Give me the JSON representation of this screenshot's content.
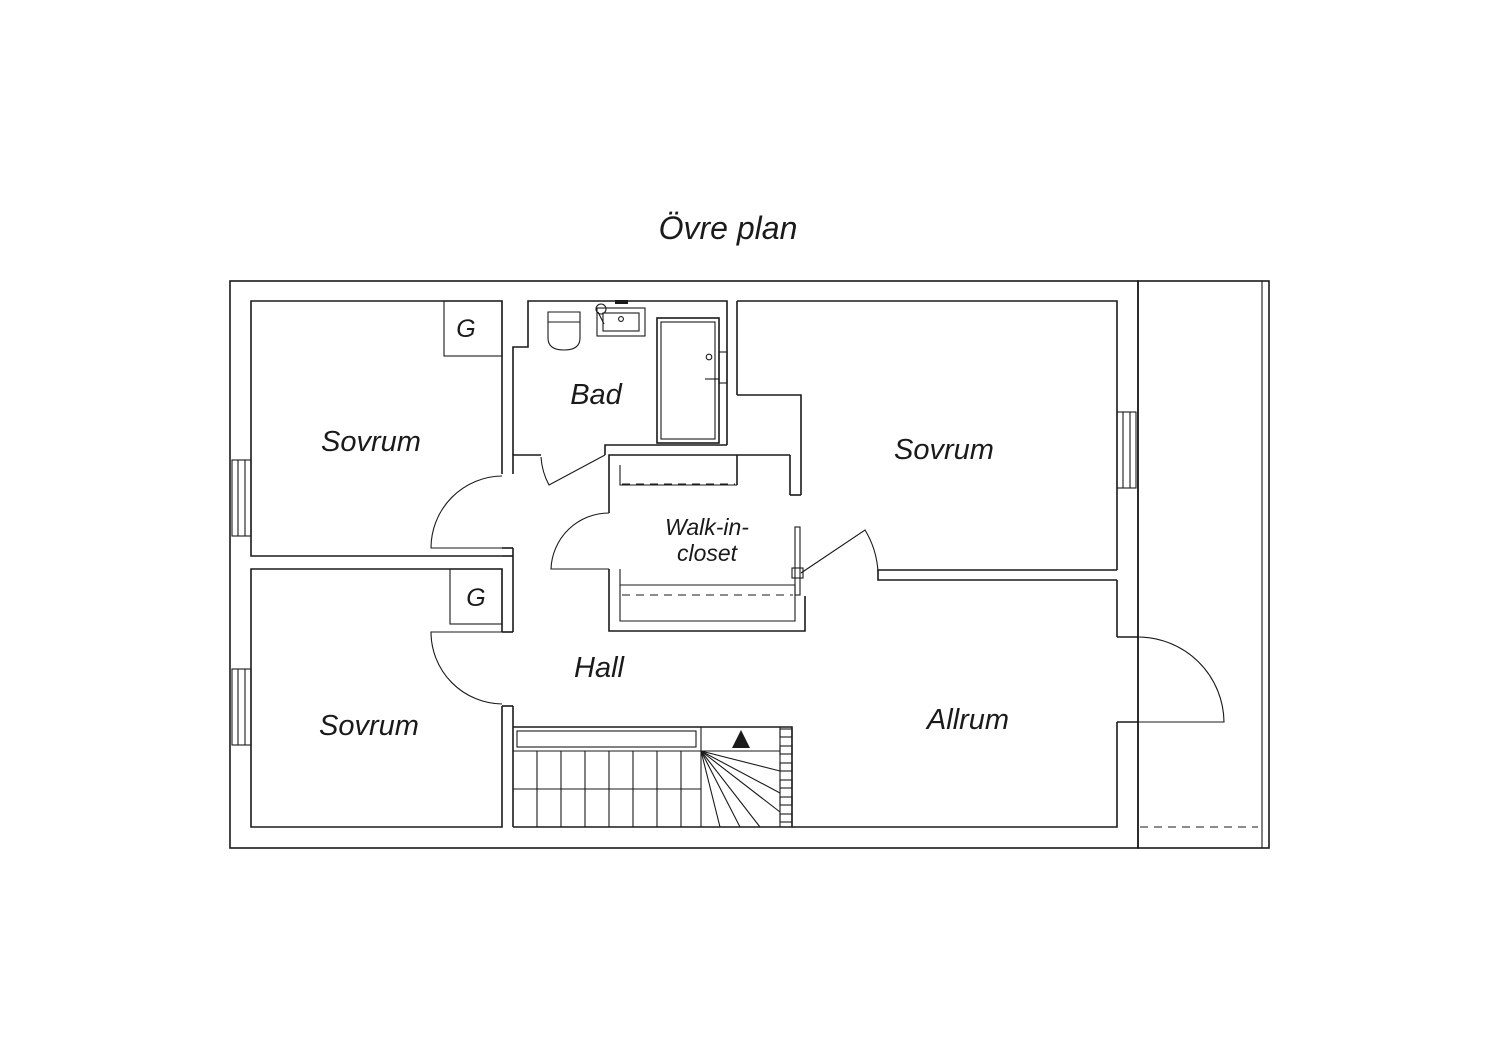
{
  "title": "Övre plan",
  "rooms": {
    "bedroom_top_left": "Sovrum",
    "bathroom": "Bad",
    "bedroom_top_right": "Sovrum",
    "walk_in_closet_line1": "Walk-in-",
    "walk_in_closet_line2": "closet",
    "hall": "Hall",
    "bedroom_bottom_left": "Sovrum",
    "family_room": "Allrum"
  },
  "closets": {
    "top": "G",
    "bottom": "G"
  },
  "icons": [
    "stair-direction-arrow-icon",
    "toilet-icon",
    "sink-icon",
    "bathtub-icon"
  ]
}
